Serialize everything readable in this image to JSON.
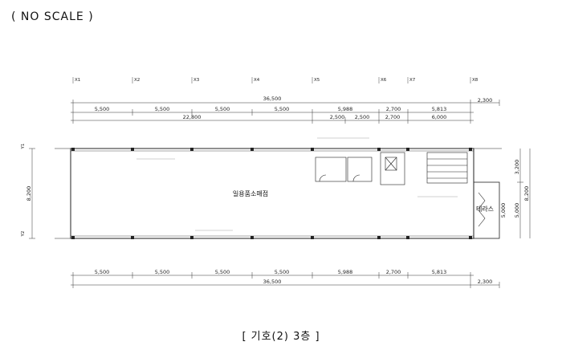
{
  "header": {
    "scale_note": "( NO SCALE )"
  },
  "caption": "[ 기호(2) 3층 ]",
  "plan": {
    "column_axes": [
      "X1",
      "X2",
      "X3",
      "X4",
      "X5",
      "X6",
      "X7",
      "X8"
    ],
    "row_axes": [
      "Y1",
      "Y2"
    ],
    "top_total": "36,500",
    "top_right_extra": "2,300",
    "top_segments": [
      "5,500",
      "5,500",
      "5,500",
      "5,500",
      "5,988",
      "2,700",
      "5,813"
    ],
    "second_row_main": "22,800",
    "second_row_segments": [
      "2,500",
      "2,500",
      "2,700",
      "6,000"
    ],
    "left_depth": "8,200",
    "right_depth_upper": "3,200",
    "right_depth_lower": "5,000",
    "right_depth_total": "8,200",
    "right_inner_label": "5,000",
    "bottom_segments": [
      "5,500",
      "5,500",
      "5,500",
      "5,500",
      "5,988",
      "2,700",
      "5,813"
    ],
    "bottom_total": "36,500",
    "bottom_right_extra": "2,300",
    "main_room": "일용품소매점",
    "terrace": "테라스"
  }
}
